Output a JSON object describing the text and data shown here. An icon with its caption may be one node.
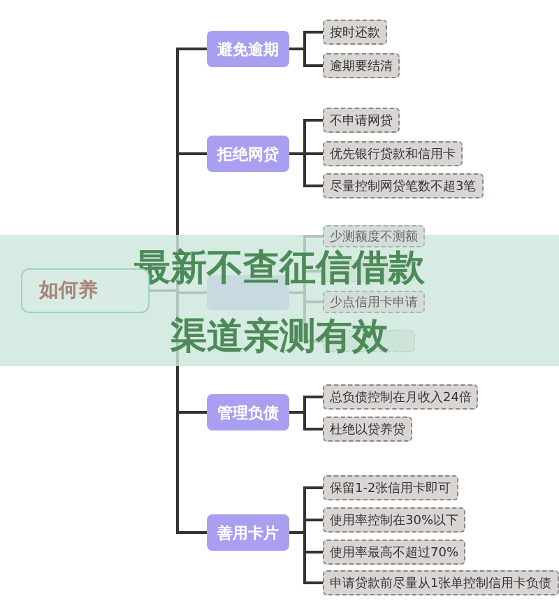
{
  "diagram": {
    "title": "最新不查征信借款渠道亲测有效",
    "nodes": [
      {
        "text": [
          "如何养"
        ]
      },
      {
        "text": [
          "避免逾期"
        ]
      },
      {
        "text": [
          "按时还款"
        ]
      },
      {
        "text": [
          "逾期要结清"
        ]
      },
      {
        "text": [
          "拒绝网贷"
        ]
      },
      {
        "text": [
          "不申请网贷"
        ]
      },
      {
        "text": [
          "优先银行贷款和信用卡"
        ]
      },
      {
        "text": [
          "尽量控制网贷笔数不超3笔"
        ]
      },
      {
        "text": [],
        "shape": "box"
      },
      {
        "text": [
          "少测额度不测额"
        ]
      },
      {
        "text": [],
        "shape": "box"
      },
      {
        "text": [
          "少点信用卡申请"
        ]
      },
      {
        "text": [],
        "shape": "box"
      },
      {
        "text": [
          "管理负债"
        ]
      },
      {
        "text": [
          "总负债控制在月收入24倍"
        ]
      },
      {
        "text": [
          "杜绝以贷养贷"
        ]
      },
      {
        "text": [
          "善用卡片"
        ]
      },
      {
        "text": [
          "保留1-2张信用卡即可"
        ]
      },
      {
        "text": [
          "使用率控制在30%以下"
        ]
      },
      {
        "text": [
          "使用率最高不超过70%"
        ]
      },
      {
        "text": [
          "申请贷款前尽量从1张单控制信用卡负债"
        ]
      }
    ],
    "edges": [
      {
        "from": 0,
        "to": 1,
        "arrow": "none"
      },
      {
        "from": 0,
        "to": 4,
        "arrow": "none"
      },
      {
        "from": 0,
        "to": 8,
        "arrow": "none"
      },
      {
        "from": 0,
        "to": 13,
        "arrow": "none"
      },
      {
        "from": 0,
        "to": 16,
        "arrow": "none"
      },
      {
        "from": 1,
        "to": 2,
        "arrow": "none"
      },
      {
        "from": 1,
        "to": 3,
        "arrow": "none"
      },
      {
        "from": 4,
        "to": 5,
        "arrow": "none"
      },
      {
        "from": 4,
        "to": 6,
        "arrow": "none"
      },
      {
        "from": 4,
        "to": 7,
        "arrow": "none"
      },
      {
        "from": 8,
        "to": 9,
        "arrow": "none"
      },
      {
        "from": 8,
        "to": 10,
        "arrow": "none"
      },
      {
        "from": 8,
        "to": 11,
        "arrow": "none"
      },
      {
        "from": 8,
        "to": 12,
        "arrow": "none"
      },
      {
        "from": 13,
        "to": 14,
        "arrow": "none"
      },
      {
        "from": 13,
        "to": 15,
        "arrow": "none"
      },
      {
        "from": 16,
        "to": 17,
        "arrow": "none"
      },
      {
        "from": 16,
        "to": 18,
        "arrow": "none"
      },
      {
        "from": 16,
        "to": 19,
        "arrow": "none"
      },
      {
        "from": 16,
        "to": 20,
        "arrow": "none"
      }
    ]
  }
}
